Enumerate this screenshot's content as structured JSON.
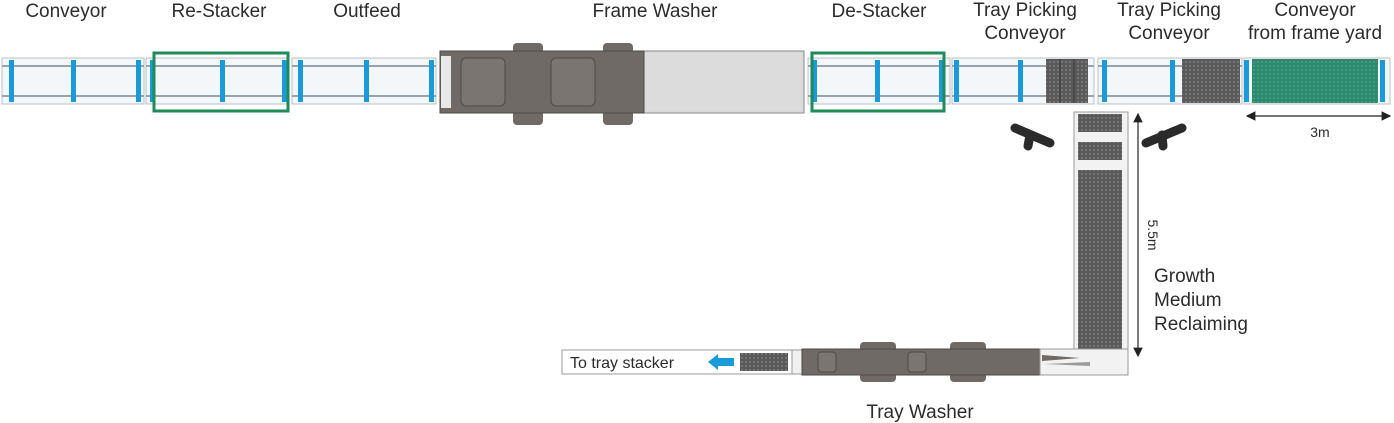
{
  "labels": {
    "conveyor": "Conveyor",
    "restacker": "Re-Stacker",
    "outfeed": "Outfeed",
    "frame_washer": "Frame Washer",
    "destacker": "De-Stacker",
    "tray_picking_1_line1": "Tray Picking",
    "tray_picking_1_line2": "Conveyor",
    "tray_picking_2_line1": "Tray Picking",
    "tray_picking_2_line2": "Conveyor",
    "from_yard_line1": "Conveyor",
    "from_yard_line2": "from frame yard",
    "growth_line1": "Growth",
    "growth_line2": "Medium",
    "growth_line3": "Reclaiming",
    "tray_washer": "Tray Washer",
    "to_tray_stacker": "To tray stacker"
  },
  "dimensions": {
    "conveyor_length": "3m",
    "reclaim_length": "5.5m"
  },
  "colors": {
    "frame_blue": "#1a9ad8",
    "stacker_green": "#1f8a5a",
    "machine_dark": "#6f6a66",
    "machine_light": "#d9d9d9",
    "mesh_dark": "#4a4a4a",
    "yard_green": "#2e8a6e"
  }
}
